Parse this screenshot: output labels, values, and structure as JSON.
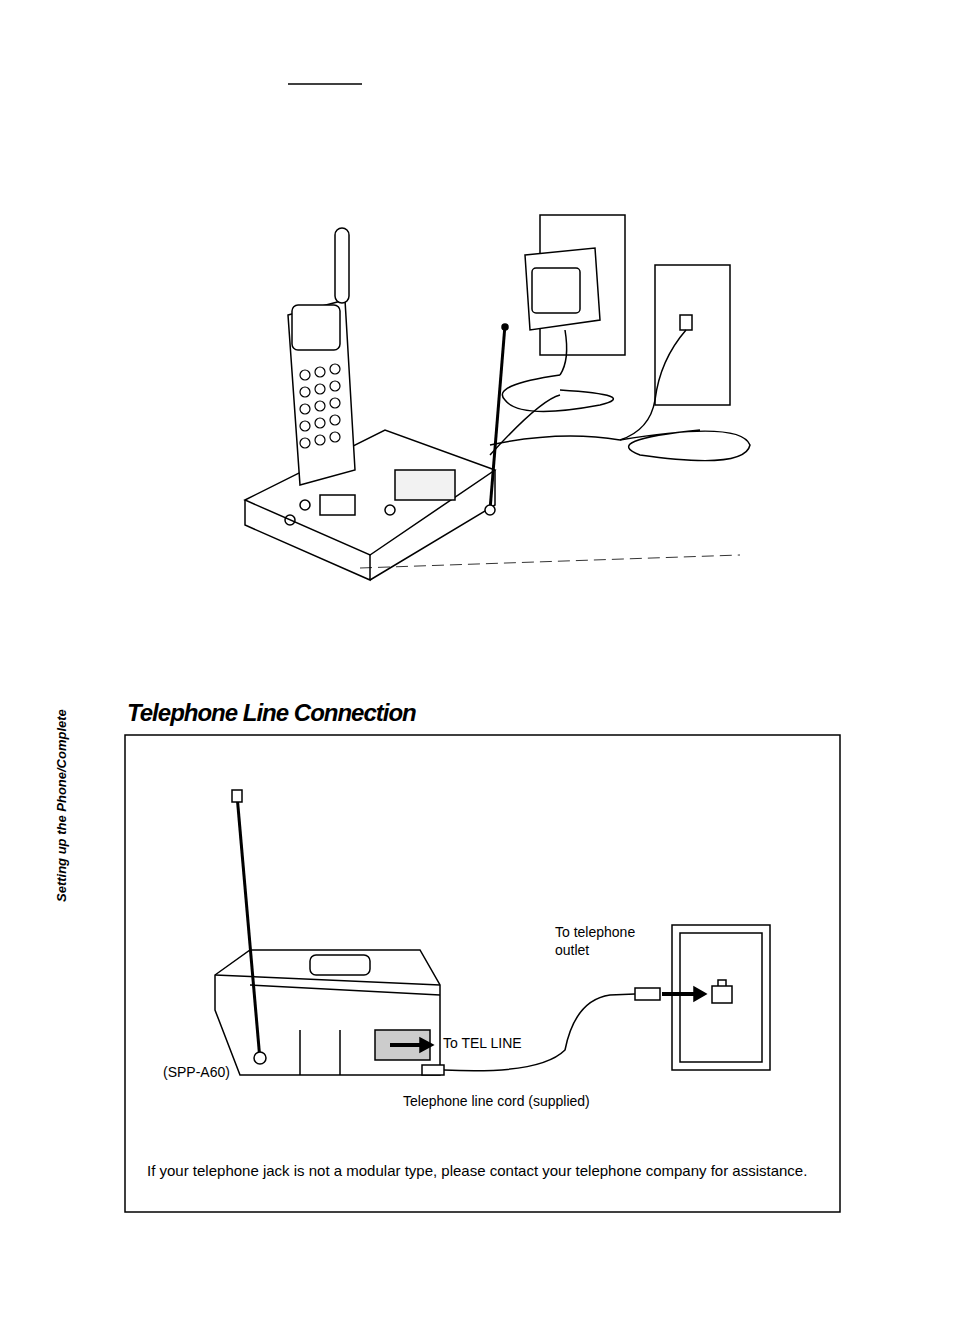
{
  "diagram": {
    "title": "Telephone Line Connection",
    "labels": [
      "Setting up the Phone/Complete",
      "To telephone outlet",
      "To TEL LINE",
      "(SPP-A60)",
      "Telephone line cord (supplied)",
      "If your telephone jack is not a modular type, please contact your telephone company for assistance."
    ]
  }
}
